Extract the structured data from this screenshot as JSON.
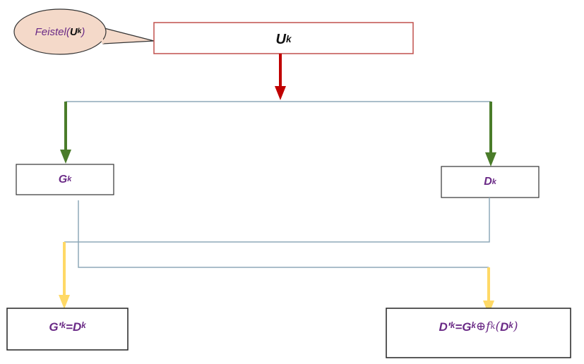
{
  "callout": {
    "prefix": "Feistel(",
    "var": "U",
    "sub": "k",
    "suffix": ")"
  },
  "nodes": {
    "top": {
      "var": "U",
      "sub": "k"
    },
    "left": {
      "var": "G",
      "sub": "k"
    },
    "right": {
      "var": "D",
      "sub": "k"
    },
    "out_left": {
      "lhs": "G′",
      "lhs_sub": "k",
      "eq": " = ",
      "rhs": "D",
      "rhs_sub": "k"
    },
    "out_right": {
      "lhs": "D′",
      "lhs_sub": "k",
      "eq": " =",
      "g": "G",
      "g_sub": "k",
      "op": " ⊕ ",
      "f": "f",
      "f_sub": "k",
      "open": " (",
      "d": "D",
      "d_sub": "k",
      "close": ")"
    }
  },
  "colors": {
    "top_box_border": "#c0504d",
    "callout_fill": "#f4d9c9",
    "red_arrow": "#c00000",
    "green_arrow": "#4a7c2a",
    "yellow_arrow": "#ffd966",
    "connector": "#8ea9b8",
    "label": "#6a2a86"
  }
}
